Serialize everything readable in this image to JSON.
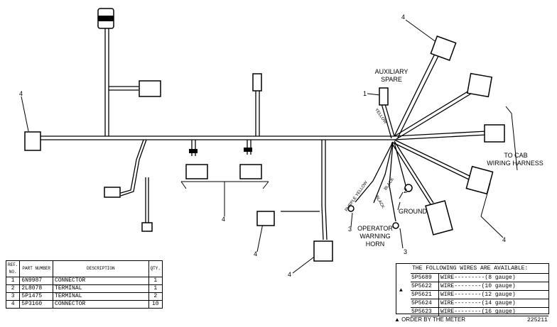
{
  "labels": {
    "auxiliary": "AUXILIARY",
    "spare": "SPARE",
    "to_cab": "TO CAB",
    "wiring_harness": "WIRING HARNESS",
    "ground": "GROUND",
    "operator": "OPERATOR",
    "warning": "WARNING",
    "horn": "HORN",
    "yellow": "YELLOW",
    "purple_yellow": "PURPLE YELLOW",
    "black_a": "BLACK",
    "black_b": "BLACK"
  },
  "callouts": {
    "c1": "1",
    "c2": "2",
    "c3a": "3",
    "c3b": "3",
    "c4_left": "4",
    "c4_top": "4",
    "c4_mid": "4",
    "c4_bottom": "4",
    "c4_small": "4",
    "c4_right": "4"
  },
  "parts_table": {
    "headers": [
      "REF. NO.",
      "PART NUMBER",
      "DESCRIPTION",
      "QTY."
    ],
    "rows": [
      {
        "ref": "1",
        "part": "6N9987",
        "desc": "CONNECTOR",
        "qty": "1"
      },
      {
        "ref": "2",
        "part": "2L8078",
        "desc": "TERMINAL",
        "qty": "1"
      },
      {
        "ref": "3",
        "part": "5P1475",
        "desc": "TERMINAL",
        "qty": "2"
      },
      {
        "ref": "4",
        "part": "5P3160",
        "desc": "CONNECTOR",
        "qty": "10"
      }
    ]
  },
  "wires": {
    "title": "THE FOLLOWING WIRES ARE AVAILABLE:",
    "mark": "▲",
    "rows": [
      {
        "part": "5P5689",
        "desc": "WIRE",
        "gauge": "(8 gauge)"
      },
      {
        "part": "5P5622",
        "desc": "WIRE",
        "gauge": "(10 gauge)"
      },
      {
        "part": "5P5621",
        "desc": "WIRE",
        "gauge": "(12 gauge)"
      },
      {
        "part": "5P5624",
        "desc": "WIRE",
        "gauge": "(14 gauge)"
      },
      {
        "part": "5P5623",
        "desc": "WIRE",
        "gauge": "(16 gauge)"
      }
    ]
  },
  "footnote": "▲ ORDER BY THE METER",
  "drawing_number": "225211"
}
